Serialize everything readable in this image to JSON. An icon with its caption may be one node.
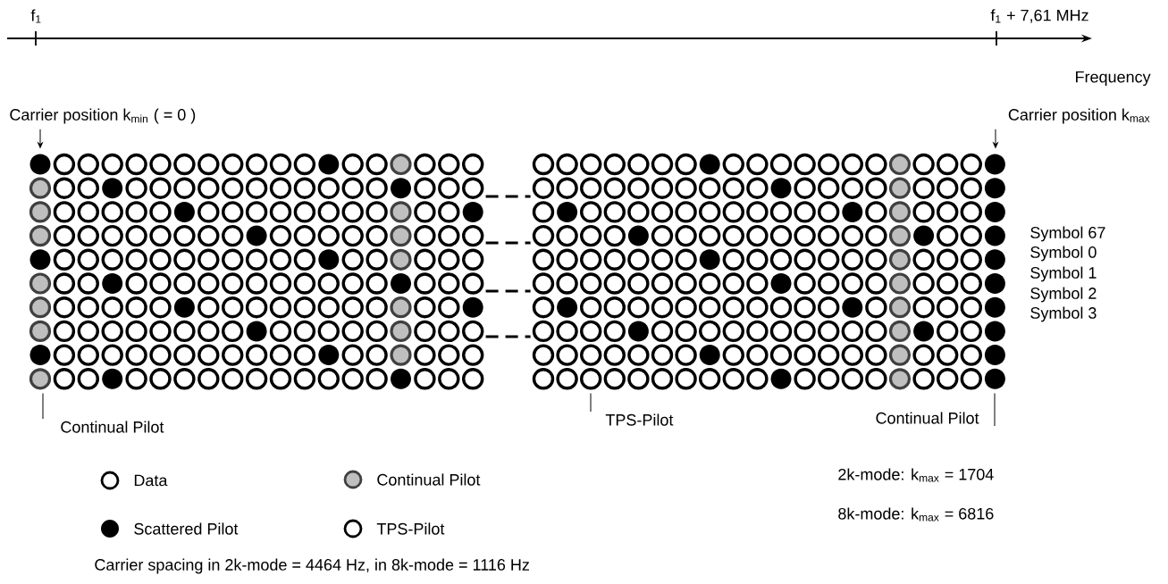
{
  "diagram": {
    "nodes": [
      {
        "text": [
          "Carrier position k$_{min}$ ( = 0 )"
        ]
      },
      {
        "text": [
          "Carrier position k$_{max}$"
        ]
      },
      {
        "text": [],
        "shape": "picture"
      },
      {
        "text": [],
        "shape": "picture"
      },
      {
        "text": [
          "Continual Pilot"
        ]
      },
      {
        "text": [
          "TPS-Pilot"
        ]
      },
      {
        "text": [
          "Continual Pilot"
        ]
      }
    ],
    "edges": [
      {
        "from": 0,
        "to": 2,
        "arrow": "to"
      },
      {
        "from": 1,
        "to": 3,
        "arrow": "to"
      },
      {
        "from": 2,
        "to": 3,
        "arrow": "none",
        "style": "dashed"
      },
      {
        "from": 2,
        "to": 3,
        "arrow": "none",
        "style": "dashed"
      },
      {
        "from": 2,
        "to": 3,
        "arrow": "none",
        "style": "dashed"
      },
      {
        "from": 2,
        "to": 3,
        "arrow": "none",
        "style": "dashed"
      },
      {
        "from": 4,
        "to": 2,
        "arrow": "none"
      },
      {
        "from": 5,
        "to": 3,
        "arrow": "none"
      },
      {
        "from": 6,
        "to": 3,
        "arrow": "none"
      }
    ],
    "labels": [
      "f$_{1}$",
      "f$_{1}$ + 7,61 MHz",
      "Frequency",
      "Symbol 67",
      "Symbol 0",
      "Symbol 1",
      "Symbol 2",
      "Symbol 3",
      "2k-mode: k$_{max}$ = 1704",
      "8k-mode: k$_{max}$ = 6816",
      "Carrier spacing in 2k-mode = 4464 Hz, in 8k-mode = 1116 Hz"
    ],
    "legend": [
      {
        "text": "Data"
      },
      {
        "text": "Continual Pilot"
      },
      {
        "text": "Scattered Pilot"
      },
      {
        "text": "TPS-Pilot"
      }
    ]
  }
}
